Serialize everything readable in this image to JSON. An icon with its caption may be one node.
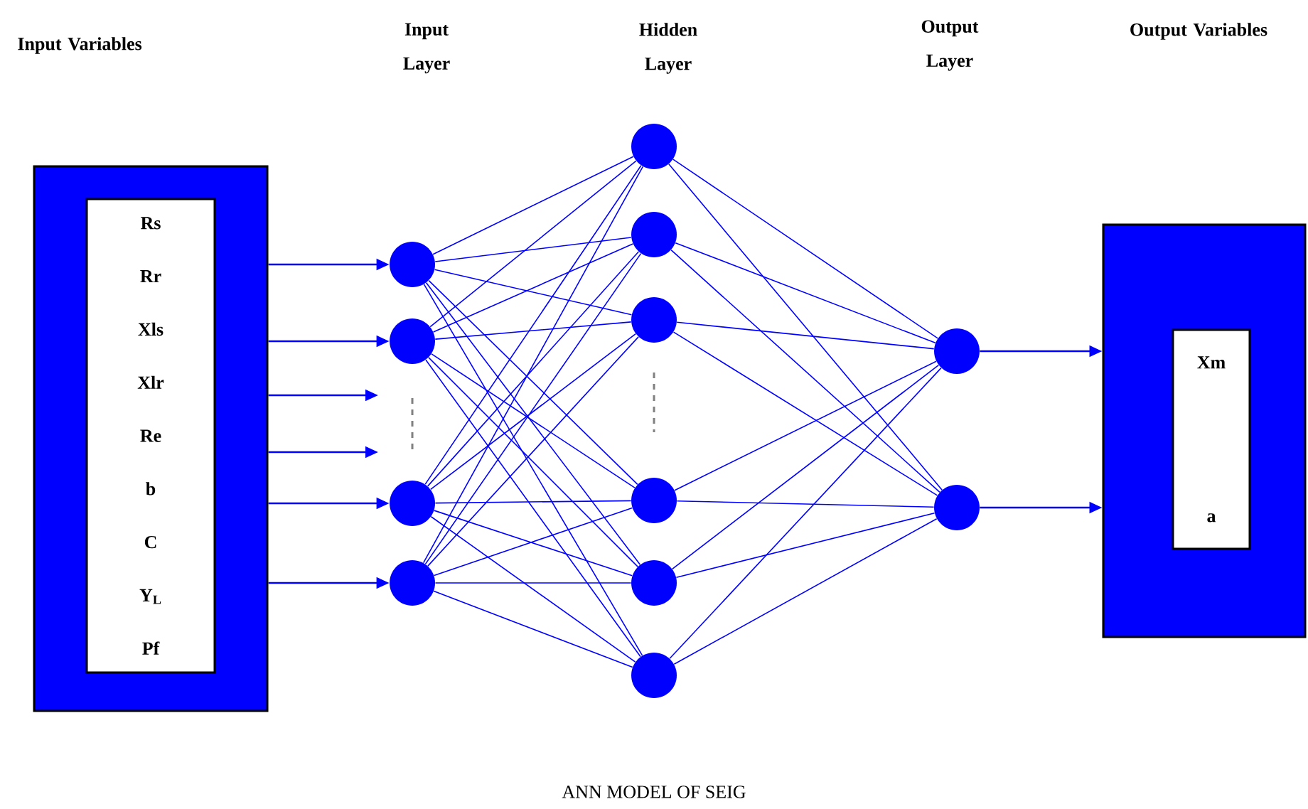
{
  "diagram": {
    "caption": "ANN MODEL OF SEIG",
    "nodes": [
      {
        "text": [],
        "shape": "box"
      },
      {
        "text": [
          "Rs",
          "Rr",
          "Xls",
          "Xlr",
          "Re",
          "b",
          "C",
          "Y$_{L}$",
          "Pf"
        ],
        "in": 0
      },
      {
        "text": [],
        "shape": "circle"
      },
      {
        "text": [],
        "shape": "circle"
      },
      {
        "text": [],
        "shape": "circle"
      },
      {
        "text": [],
        "shape": "circle"
      },
      {
        "text": [],
        "shape": "circle"
      },
      {
        "text": [],
        "shape": "circle"
      },
      {
        "text": [],
        "shape": "circle"
      },
      {
        "text": [],
        "shape": "circle"
      },
      {
        "text": [],
        "shape": "circle"
      },
      {
        "text": [],
        "shape": "circle"
      },
      {
        "text": [],
        "shape": "circle"
      },
      {
        "text": [],
        "shape": "circle"
      },
      {
        "text": [],
        "shape": "box"
      },
      {
        "text": [
          "Xm",
          "a"
        ],
        "in": 14
      }
    ],
    "edges": [
      {
        "from": 0,
        "to": 2,
        "arrow": "to"
      },
      {
        "from": 0,
        "to": 3,
        "arrow": "to"
      },
      {
        "from": 0,
        "to": null,
        "arrow": "to"
      },
      {
        "from": 0,
        "to": null,
        "arrow": "to"
      },
      {
        "from": 0,
        "to": 4,
        "arrow": "to"
      },
      {
        "from": 0,
        "to": 5,
        "arrow": "to"
      },
      {
        "from": 2,
        "to": 6,
        "arrow": "none"
      },
      {
        "from": 2,
        "to": 7,
        "arrow": "none"
      },
      {
        "from": 2,
        "to": 8,
        "arrow": "none"
      },
      {
        "from": 2,
        "to": 9,
        "arrow": "none"
      },
      {
        "from": 2,
        "to": 10,
        "arrow": "none"
      },
      {
        "from": 2,
        "to": 11,
        "arrow": "none"
      },
      {
        "from": 3,
        "to": 6,
        "arrow": "none"
      },
      {
        "from": 3,
        "to": 7,
        "arrow": "none"
      },
      {
        "from": 3,
        "to": 8,
        "arrow": "none"
      },
      {
        "from": 3,
        "to": 9,
        "arrow": "none"
      },
      {
        "from": 3,
        "to": 10,
        "arrow": "none"
      },
      {
        "from": 3,
        "to": 11,
        "arrow": "none"
      },
      {
        "from": 4,
        "to": 6,
        "arrow": "none"
      },
      {
        "from": 4,
        "to": 7,
        "arrow": "none"
      },
      {
        "from": 4,
        "to": 8,
        "arrow": "none"
      },
      {
        "from": 4,
        "to": 9,
        "arrow": "none"
      },
      {
        "from": 4,
        "to": 10,
        "arrow": "none"
      },
      {
        "from": 4,
        "to": 11,
        "arrow": "none"
      },
      {
        "from": 5,
        "to": 6,
        "arrow": "none"
      },
      {
        "from": 5,
        "to": 7,
        "arrow": "none"
      },
      {
        "from": 5,
        "to": 8,
        "arrow": "none"
      },
      {
        "from": 5,
        "to": 9,
        "arrow": "none"
      },
      {
        "from": 5,
        "to": 10,
        "arrow": "none"
      },
      {
        "from": 5,
        "to": 11,
        "arrow": "none"
      },
      {
        "from": 6,
        "to": 12,
        "arrow": "none"
      },
      {
        "from": 6,
        "to": 13,
        "arrow": "none"
      },
      {
        "from": 7,
        "to": 12,
        "arrow": "none"
      },
      {
        "from": 7,
        "to": 13,
        "arrow": "none"
      },
      {
        "from": 8,
        "to": 12,
        "arrow": "none"
      },
      {
        "from": 8,
        "to": 13,
        "arrow": "none"
      },
      {
        "from": 9,
        "to": 12,
        "arrow": "none"
      },
      {
        "from": 9,
        "to": 13,
        "arrow": "none"
      },
      {
        "from": 10,
        "to": 12,
        "arrow": "none"
      },
      {
        "from": 10,
        "to": 13,
        "arrow": "none"
      },
      {
        "from": 11,
        "to": 12,
        "arrow": "none"
      },
      {
        "from": 11,
        "to": 13,
        "arrow": "none"
      },
      {
        "from": 12,
        "to": 14,
        "arrow": "to"
      },
      {
        "from": 13,
        "to": 14,
        "arrow": "to"
      }
    ],
    "labels": [
      "Input Variables",
      "Input Layer",
      "Hidden Layer",
      "Output Layer",
      "Output Variables"
    ]
  }
}
